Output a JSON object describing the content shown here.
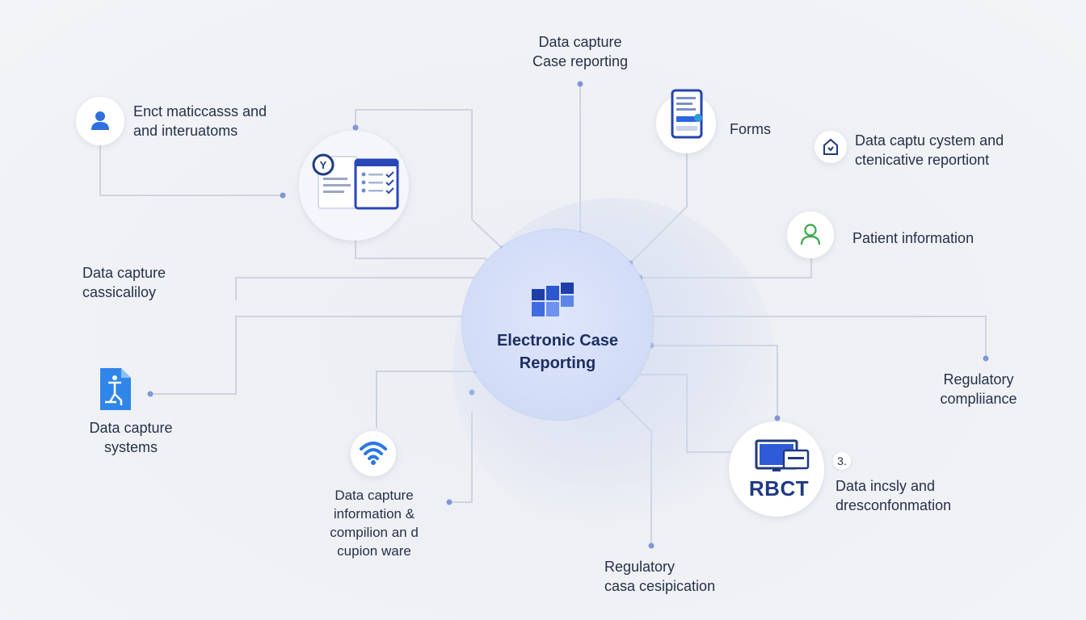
{
  "hub": {
    "title_line1": "Electronic Case",
    "title_line2": "Reporting"
  },
  "nodes": {
    "top_center": {
      "line1": "Data capture",
      "line2": "Case reporting"
    },
    "top_left": {
      "line1": "Enct maticcasss and",
      "line2": "and interuatoms",
      "icon": "user-icon"
    },
    "forms": {
      "line1": "Forms",
      "icon": "mobile-form-icon"
    },
    "top_right": {
      "line1": "Data captu cystem and",
      "line2": "ctenicative reportiont",
      "icon": "home-shield-icon"
    },
    "patient": {
      "line1": "Patient information",
      "icon": "user-outline-icon"
    },
    "left_mid": {
      "line1": "Data capture",
      "line2": "cassicaliloy"
    },
    "left_bottom": {
      "line1": "Data capture",
      "line2": "systems",
      "icon": "document-person-icon"
    },
    "regulatory_right": {
      "line1": "Regulatory",
      "line2": "compliiance"
    },
    "wifi": {
      "line1": "Data capture",
      "line2": "information  &",
      "line3": "compilion an d",
      "line4": "cupion ware",
      "icon": "wifi-icon"
    },
    "rbct": {
      "text": "RBCT",
      "badge": "3.",
      "line1": "Data incsly and",
      "line2": "dresconfonmation",
      "icon": "monitor-icon"
    },
    "bottom": {
      "line1": "Regulatory",
      "line2": "casa cesipication"
    }
  },
  "colors": {
    "accent": "#2f5bd8",
    "navy": "#1d2e63",
    "connector": "#c9cfdc",
    "dot": "#7f97da",
    "green": "#3aa84a"
  }
}
